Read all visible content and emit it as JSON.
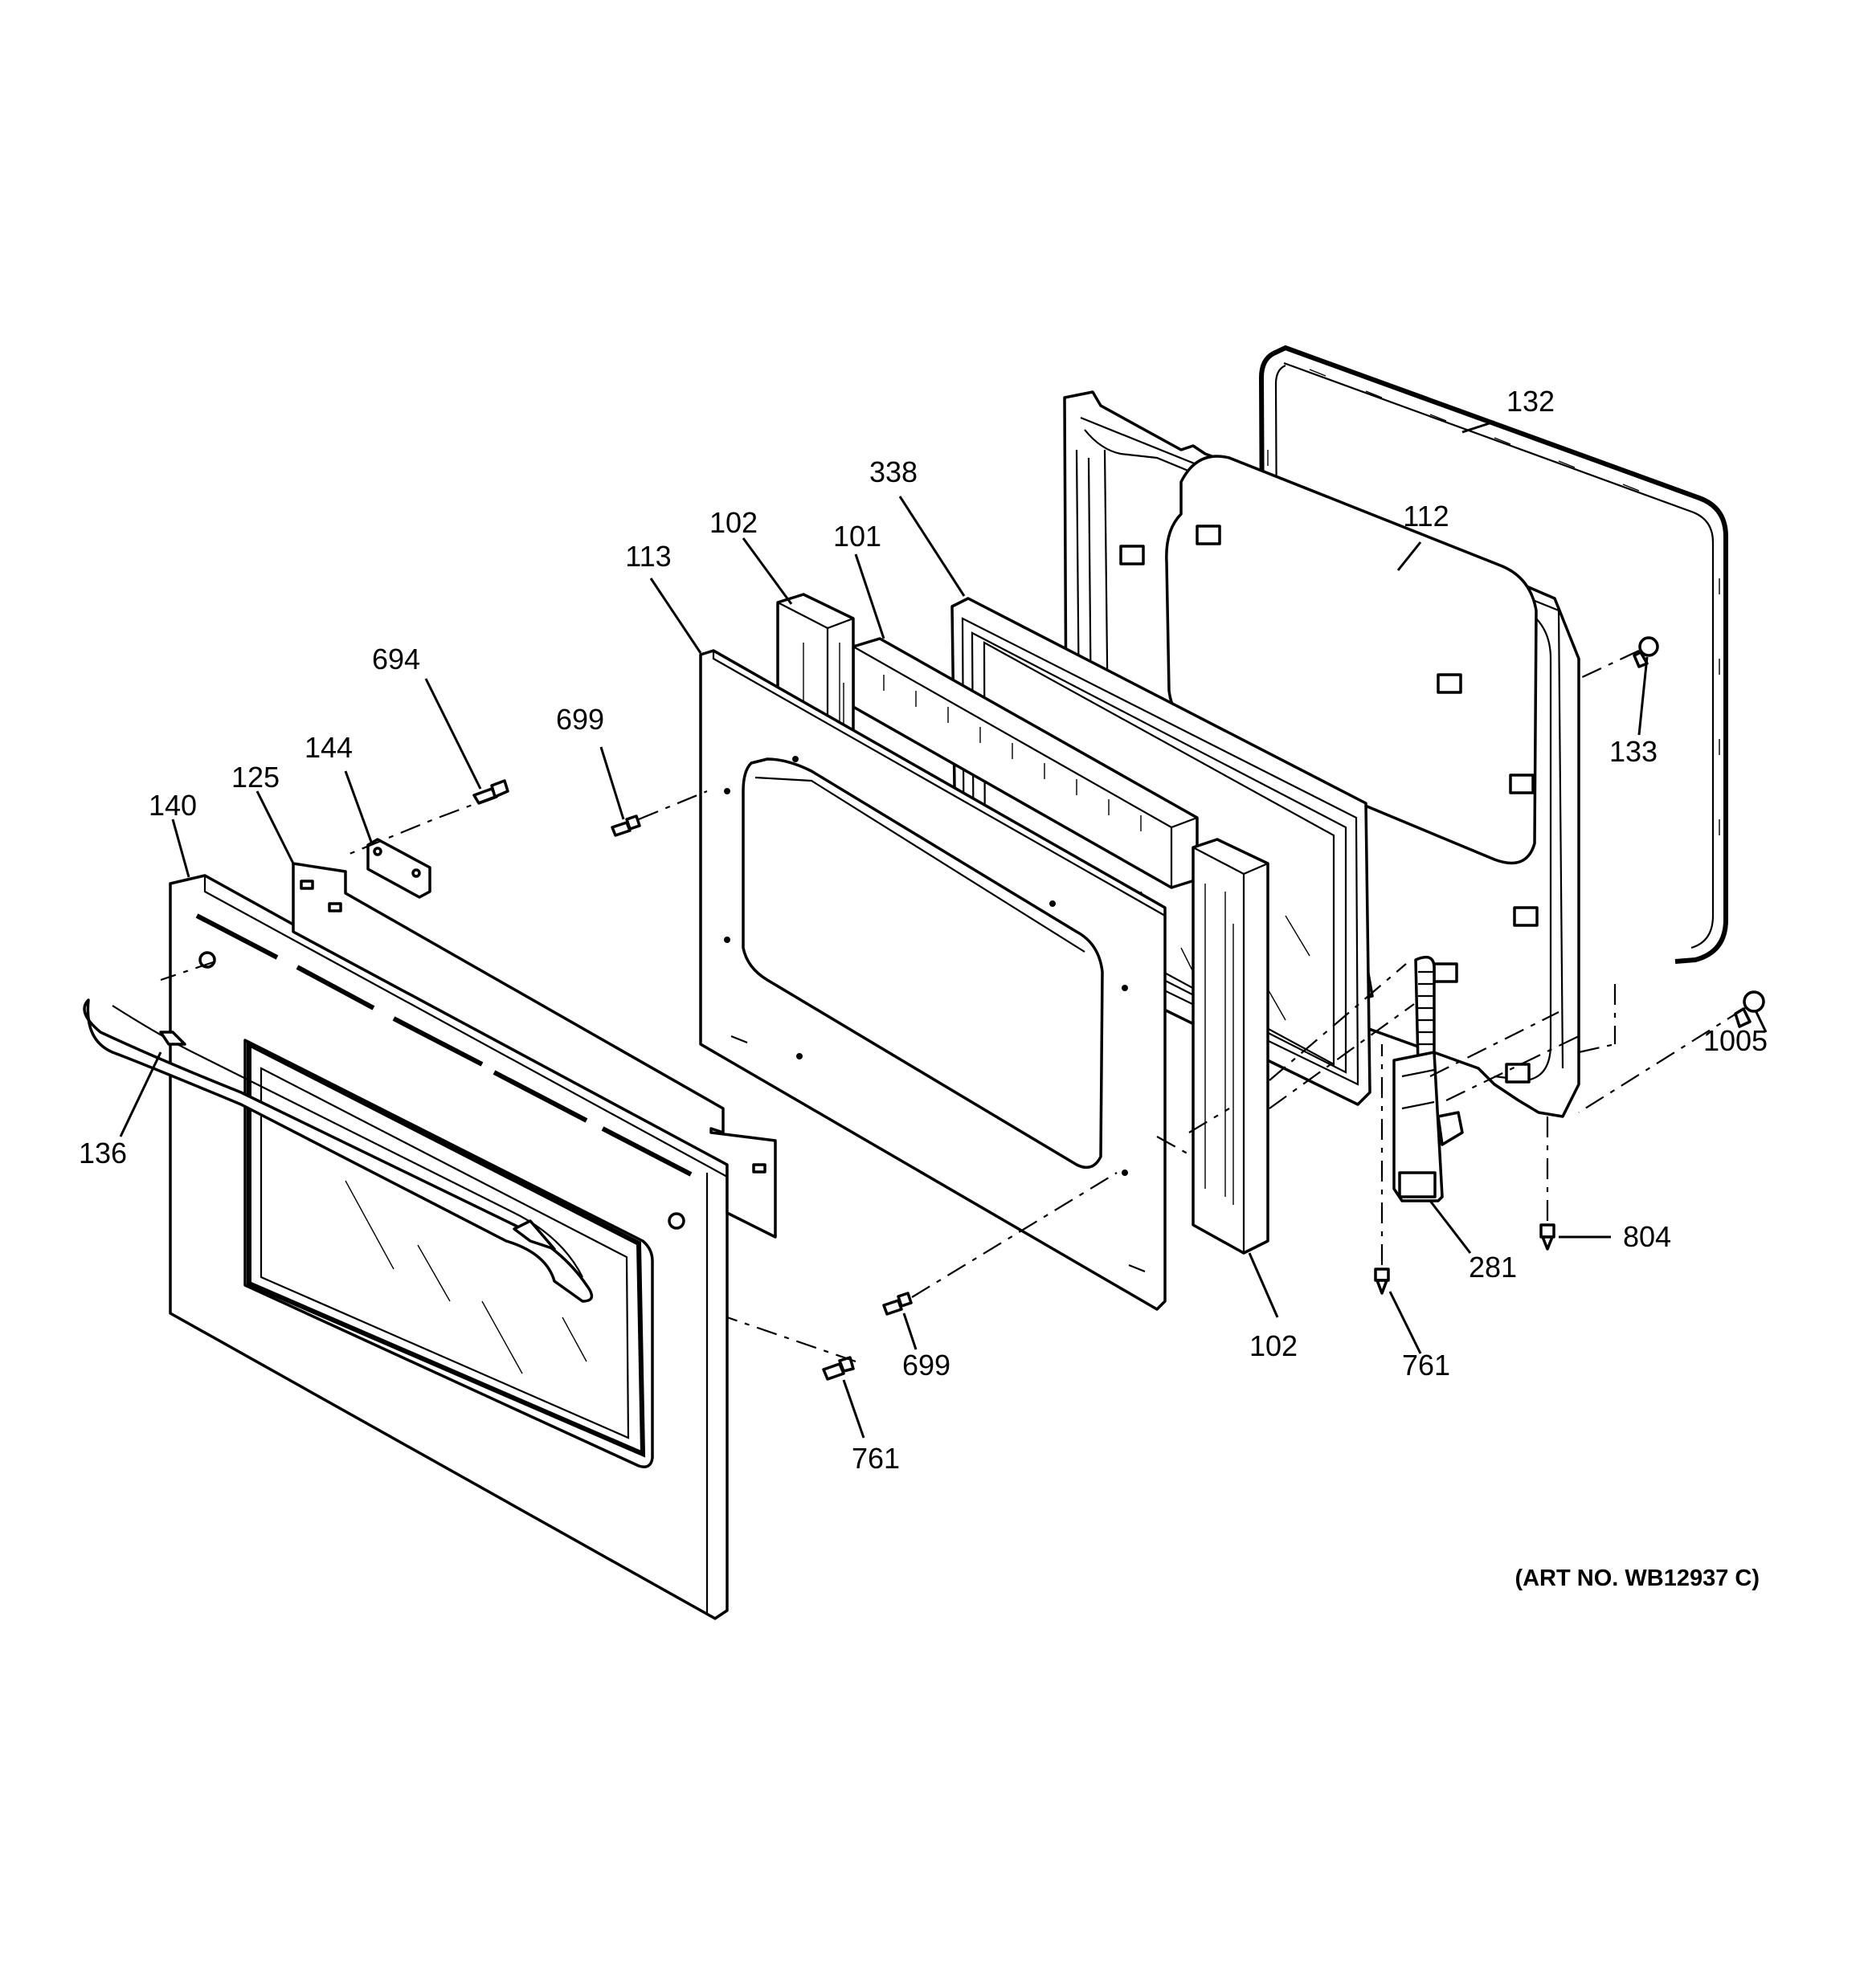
{
  "diagram": {
    "callouts": [
      {
        "id": "c132",
        "label": "132"
      },
      {
        "id": "c112",
        "label": "112"
      },
      {
        "id": "c338",
        "label": "338"
      },
      {
        "id": "c102a",
        "label": "102"
      },
      {
        "id": "c101",
        "label": "101"
      },
      {
        "id": "c113",
        "label": "113"
      },
      {
        "id": "c133",
        "label": "133"
      },
      {
        "id": "c694",
        "label": "694"
      },
      {
        "id": "c699a",
        "label": "699"
      },
      {
        "id": "c144",
        "label": "144"
      },
      {
        "id": "c125",
        "label": "125"
      },
      {
        "id": "c140",
        "label": "140"
      },
      {
        "id": "c136",
        "label": "136"
      },
      {
        "id": "c1005",
        "label": "1005"
      },
      {
        "id": "c804",
        "label": "804"
      },
      {
        "id": "c281",
        "label": "281"
      },
      {
        "id": "c699b",
        "label": "699"
      },
      {
        "id": "c102b",
        "label": "102"
      },
      {
        "id": "c761a",
        "label": "761"
      },
      {
        "id": "c761b",
        "label": "761"
      }
    ],
    "art_number": "(ART NO. WB12937 C)"
  }
}
